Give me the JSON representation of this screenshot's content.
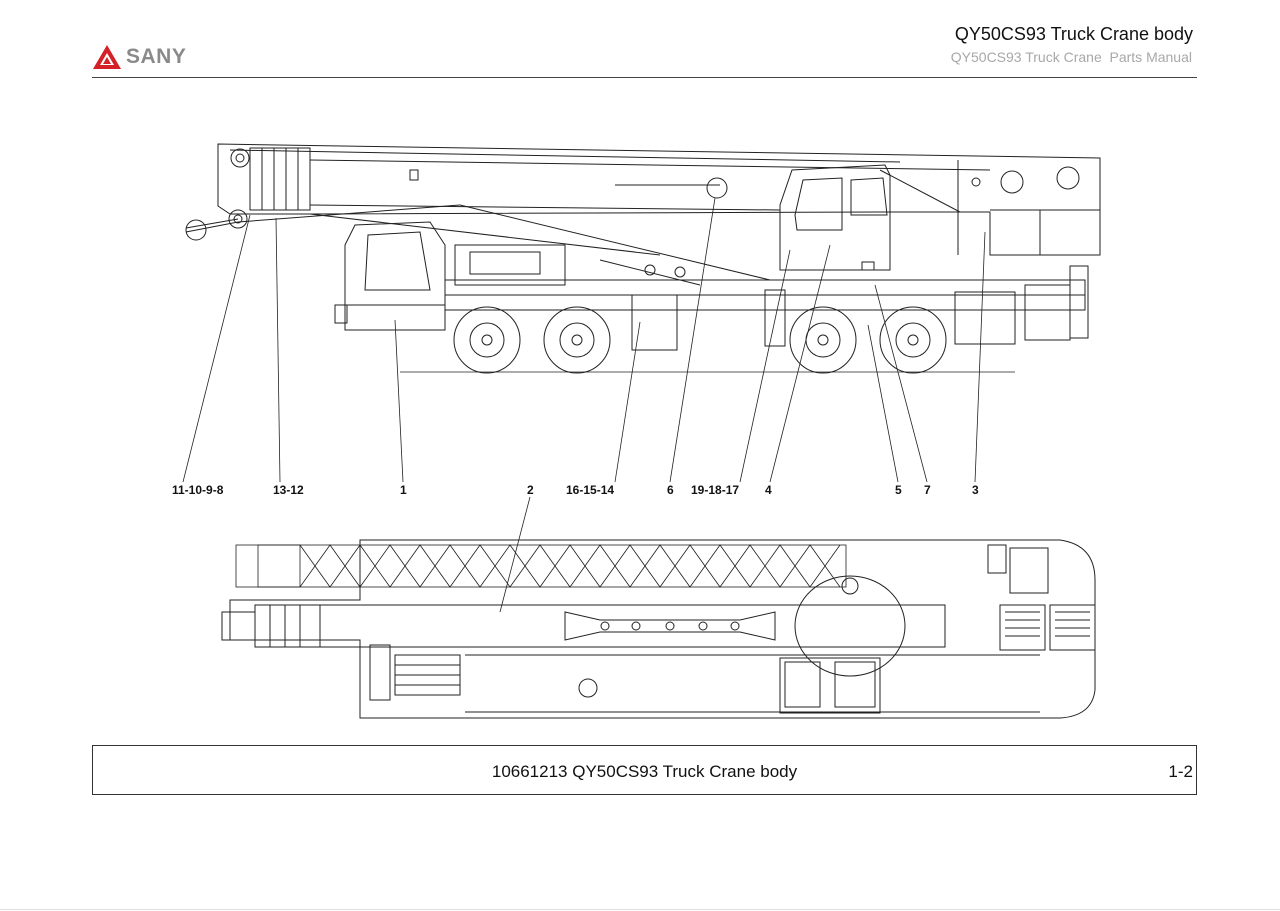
{
  "brand": {
    "name": "SANY",
    "color": "#d42027"
  },
  "header": {
    "title": "QY50CS93 Truck Crane body",
    "subtitle": "QY50CS93 Truck Crane  Parts Manual"
  },
  "callouts": [
    {
      "id": "c-11-10-9-8",
      "label": "11-10-9-8"
    },
    {
      "id": "c-13-12",
      "label": "13-12"
    },
    {
      "id": "c-1",
      "label": "1"
    },
    {
      "id": "c-2",
      "label": "2"
    },
    {
      "id": "c-16-15-14",
      "label": "16-15-14"
    },
    {
      "id": "c-6",
      "label": "6"
    },
    {
      "id": "c-19-18-17",
      "label": "19-18-17"
    },
    {
      "id": "c-4",
      "label": "4"
    },
    {
      "id": "c-5",
      "label": "5"
    },
    {
      "id": "c-7",
      "label": "7"
    },
    {
      "id": "c-3",
      "label": "3"
    }
  ],
  "footer": {
    "title": "10661213 QY50CS93 Truck Crane body",
    "page": "1-2"
  }
}
